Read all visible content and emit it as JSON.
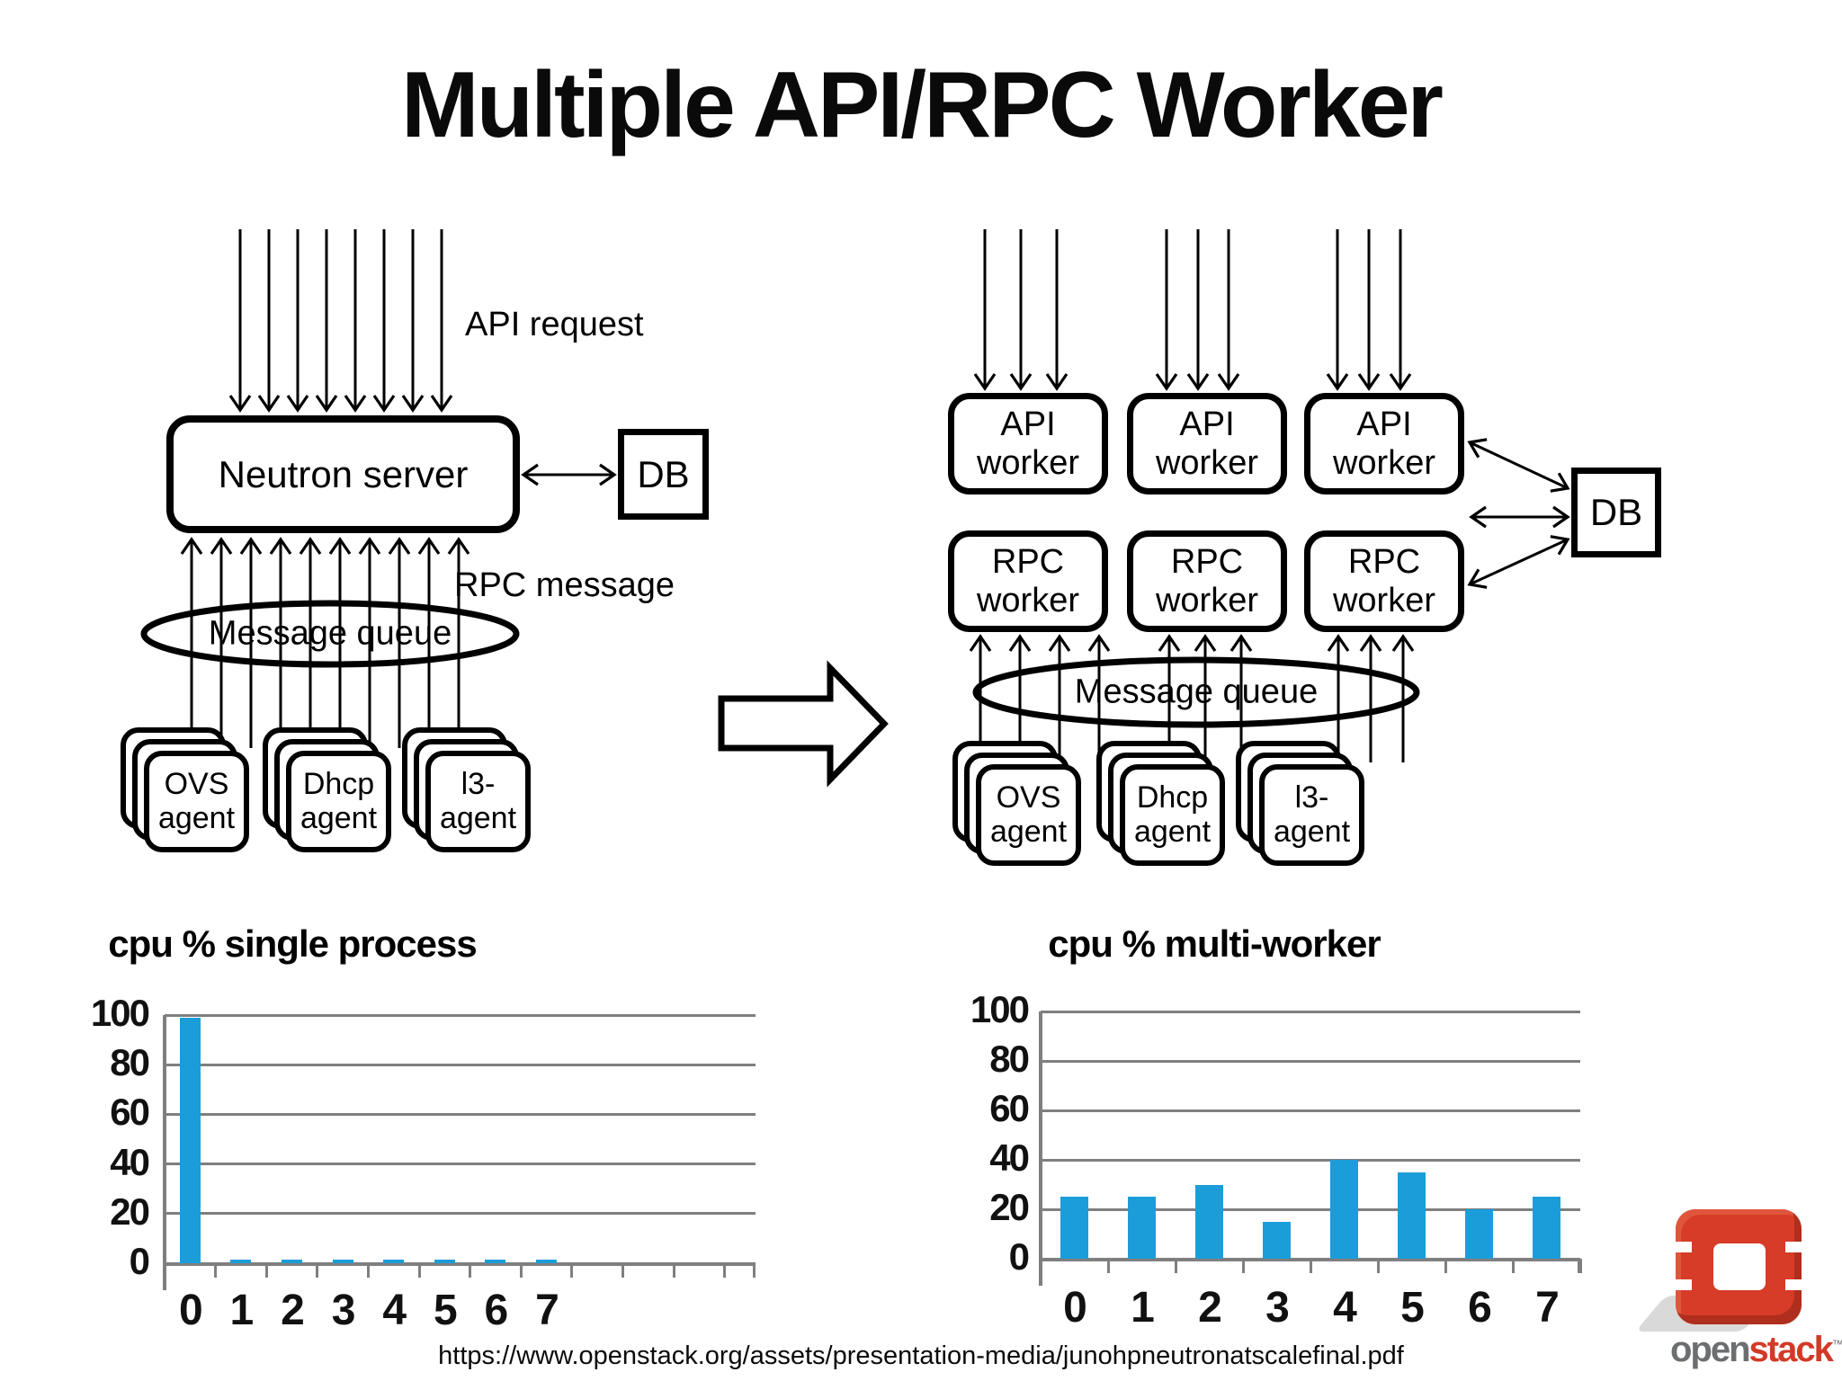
{
  "title": "Multiple API/RPC Worker",
  "left_diagram": {
    "api_request_label": "API request",
    "server_label": "Neutron server",
    "db_label": "DB",
    "rpc_message_label": "RPC message",
    "queue_label": "Message queue",
    "agents": [
      "OVS agent",
      "Dhcp agent",
      "l3-agent"
    ]
  },
  "right_diagram": {
    "api_workers": [
      "API worker",
      "API worker",
      "API worker"
    ],
    "rpc_workers": [
      "RPC worker",
      "RPC worker",
      "RPC worker"
    ],
    "db_label": "DB",
    "queue_label": "Message queue",
    "agents": [
      "OVS agent",
      "Dhcp agent",
      "l3-agent"
    ]
  },
  "chart_data": [
    {
      "type": "bar",
      "title": "cpu % single process",
      "categories": [
        "0",
        "1",
        "2",
        "3",
        "4",
        "5",
        "6",
        "7"
      ],
      "values": [
        99,
        1,
        1,
        1,
        1,
        1,
        1,
        1
      ],
      "xlabel": "",
      "ylabel": "",
      "ylim": [
        0,
        100
      ],
      "yticks": [
        0,
        20,
        40,
        60,
        80,
        100
      ],
      "grid": true,
      "legend": "none",
      "bar_color": "#1b9dd9"
    },
    {
      "type": "bar",
      "title": "cpu % multi-worker",
      "categories": [
        "0",
        "1",
        "2",
        "3",
        "4",
        "5",
        "6",
        "7"
      ],
      "values": [
        25,
        25,
        30,
        15,
        40,
        35,
        20,
        25
      ],
      "xlabel": "",
      "ylabel": "",
      "ylim": [
        0,
        100
      ],
      "yticks": [
        0,
        20,
        40,
        60,
        80,
        100
      ],
      "grid": true,
      "legend": "none",
      "bar_color": "#1b9dd9"
    }
  ],
  "footer": {
    "source_url": "https://www.openstack.org/assets/presentation-media/junohpneutronatscalefinal.pdf"
  },
  "logo": {
    "word_gray": "open",
    "word_red": "stack",
    "tm": "™"
  },
  "colors": {
    "bar_blue": "#1b9dd9",
    "grid_gray": "#7f7f7f",
    "logo_red": "#d63c28",
    "logo_text_gray": "#6d6e71",
    "logo_text_red": "#d23a27",
    "ink": "#000000"
  }
}
